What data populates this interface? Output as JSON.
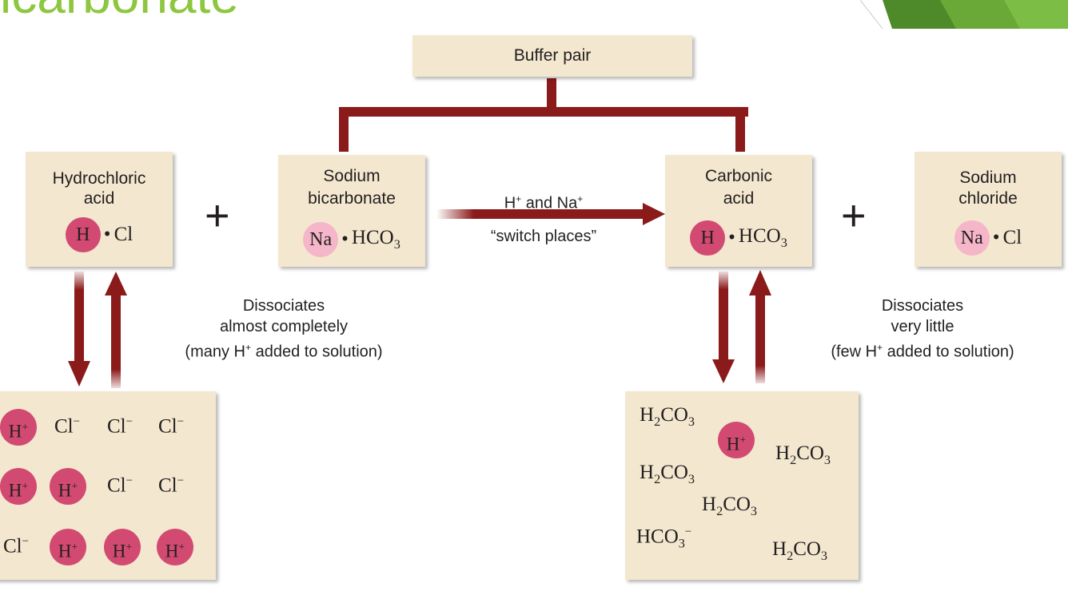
{
  "slide": {
    "title_fragment": "icarbonate"
  },
  "diagram": {
    "buffer_pair": "Buffer pair",
    "hcl": {
      "label_line1": "Hydrochloric",
      "label_line2": "acid",
      "ion": "H",
      "sep": "•",
      "rest": "Cl"
    },
    "nahco3": {
      "label_line1": "Sodium",
      "label_line2": "bicarbonate",
      "ion": "Na",
      "sep": "•",
      "rest_a": "HCO",
      "rest_sub": "3"
    },
    "h2co3": {
      "label_line1": "Carbonic",
      "label_line2": "acid",
      "ion": "H",
      "sep": "•",
      "rest_a": "HCO",
      "rest_sub": "3"
    },
    "nacl": {
      "label_line1": "Sodium",
      "label_line2": "chloride",
      "ion": "Na",
      "sep": "•",
      "rest": "Cl"
    },
    "plus": "+",
    "switch": {
      "line1_a": "H",
      "line1_sup1": "+",
      "line1_b": " and Na",
      "line1_sup2": "+",
      "line2": "“switch places”"
    },
    "left_caption": {
      "line1": "Dissociates",
      "line2": "almost completely",
      "line3_a": "(many H",
      "line3_sup": "+",
      "line3_b": " added to solution)"
    },
    "right_caption": {
      "line1": "Dissociates",
      "line2": "very little",
      "line3_a": "(few H",
      "line3_sup": "+",
      "line3_b": " added to solution)"
    },
    "left_solution": {
      "h_ion": "H",
      "h_ion_sup": "+",
      "cl_ion": "Cl",
      "cl_ion_sup": "−"
    },
    "right_solution": {
      "acid_a": "H",
      "acid_sub1": "2",
      "acid_b": "CO",
      "acid_sub2": "3",
      "h_ion": "H",
      "h_ion_sup": "+",
      "bicarb_a": "HCO",
      "bicarb_sub": "3",
      "bicarb_sup": "−"
    }
  },
  "colors": {
    "title_green": "#8dc63f",
    "arrow_red": "#8b1a1a",
    "box_fill": "#f3e7cf",
    "h_ion": "#d24a72",
    "na_ion": "#f4b6c8"
  }
}
